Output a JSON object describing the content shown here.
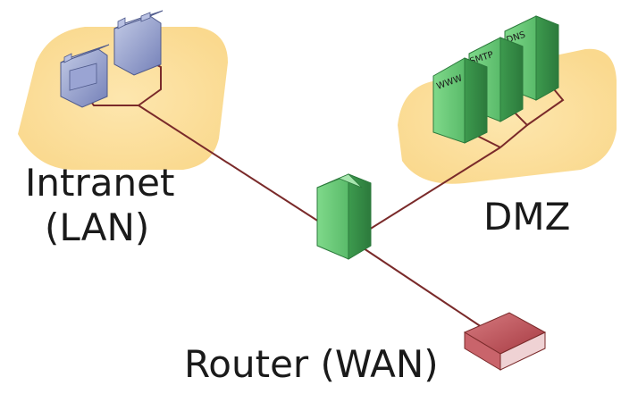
{
  "zones": {
    "intranet": {
      "line1": "Intranet",
      "line2": "(LAN)"
    },
    "dmz": {
      "label": "DMZ"
    },
    "router": {
      "label": "Router (WAN)"
    }
  },
  "servers": {
    "www": "WWW",
    "smtp": "SMTP",
    "dns": "DNS"
  },
  "colors": {
    "zone_fill": "#fbd98a",
    "link": "#7a2a2a",
    "server_green": "#5fbf6a",
    "lan_blue": "#8b97c9",
    "router_red": "#b5484f"
  }
}
